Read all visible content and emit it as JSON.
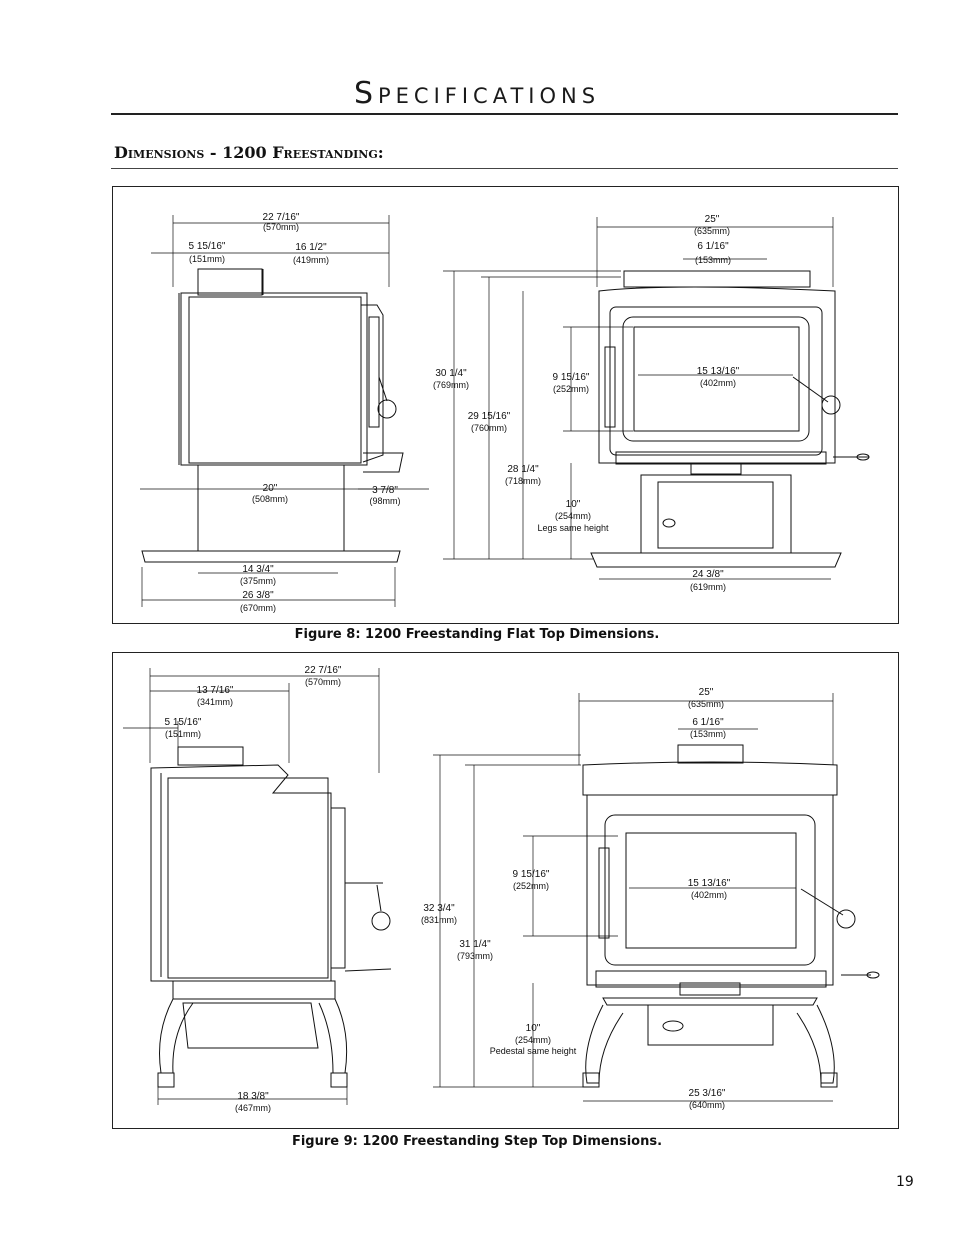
{
  "header": {
    "title": "Specifications",
    "section": "Dimensions - 1200 Freestanding:"
  },
  "figure8": {
    "caption": "Figure 8: 1200 Freestanding Flat Top Dimensions.",
    "dims": {
      "d1": "22 7/16\"",
      "d1mm": "(570mm)",
      "d2": "5 15/16\"",
      "d2mm": "(151mm)",
      "d3": "16 1/2\"",
      "d3mm": "(419mm)",
      "d4": "20\"",
      "d4mm": "(508mm)",
      "d5": "3 7/8\"",
      "d5mm": "(98mm)",
      "d6": "14 3/4\"",
      "d6mm": "(375mm)",
      "d7": "26 3/8\"",
      "d7mm": "(670mm)",
      "d8": "25\"",
      "d8mm": "(635mm)",
      "d9": "6 1/16\"",
      "d9mm": "(153mm)",
      "d10": "30 1/4\"",
      "d10mm": "(769mm)",
      "d11": "29 15/16\"",
      "d11mm": "(760mm)",
      "d12": "9 15/16\"",
      "d12mm": "(252mm)",
      "d13": "15 13/16\"",
      "d13mm": "(402mm)",
      "d14": "28 1/4\"",
      "d14mm": "(718mm)",
      "d15": "10\"",
      "d15mm": "(254mm)",
      "d15note": "Legs same height",
      "d16": "24 3/8\"",
      "d16mm": "(619mm)"
    }
  },
  "figure9": {
    "caption": "Figure 9: 1200 Freestanding Step Top Dimensions.",
    "dims": {
      "d1": "22 7/16\"",
      "d1mm": "(570mm)",
      "d2": "13 7/16\"",
      "d2mm": "(341mm)",
      "d3": "5 15/16\"",
      "d3mm": "(151mm)",
      "d4": "18 3/8\"",
      "d4mm": "(467mm)",
      "d5": "32 3/4\"",
      "d5mm": "(831mm)",
      "d6": "31 1/4\"",
      "d6mm": "(793mm)",
      "d7": "25\"",
      "d7mm": "(635mm)",
      "d8": "6 1/16\"",
      "d8mm": "(153mm)",
      "d9": "9 15/16\"",
      "d9mm": "(252mm)",
      "d10": "15 13/16\"",
      "d10mm": "(402mm)",
      "d11": "10\"",
      "d11mm": "(254mm)",
      "d11note": "Pedestal same height",
      "d12": "25 3/16\"",
      "d12mm": "(640mm)"
    }
  },
  "footer": {
    "page_number": "19"
  }
}
